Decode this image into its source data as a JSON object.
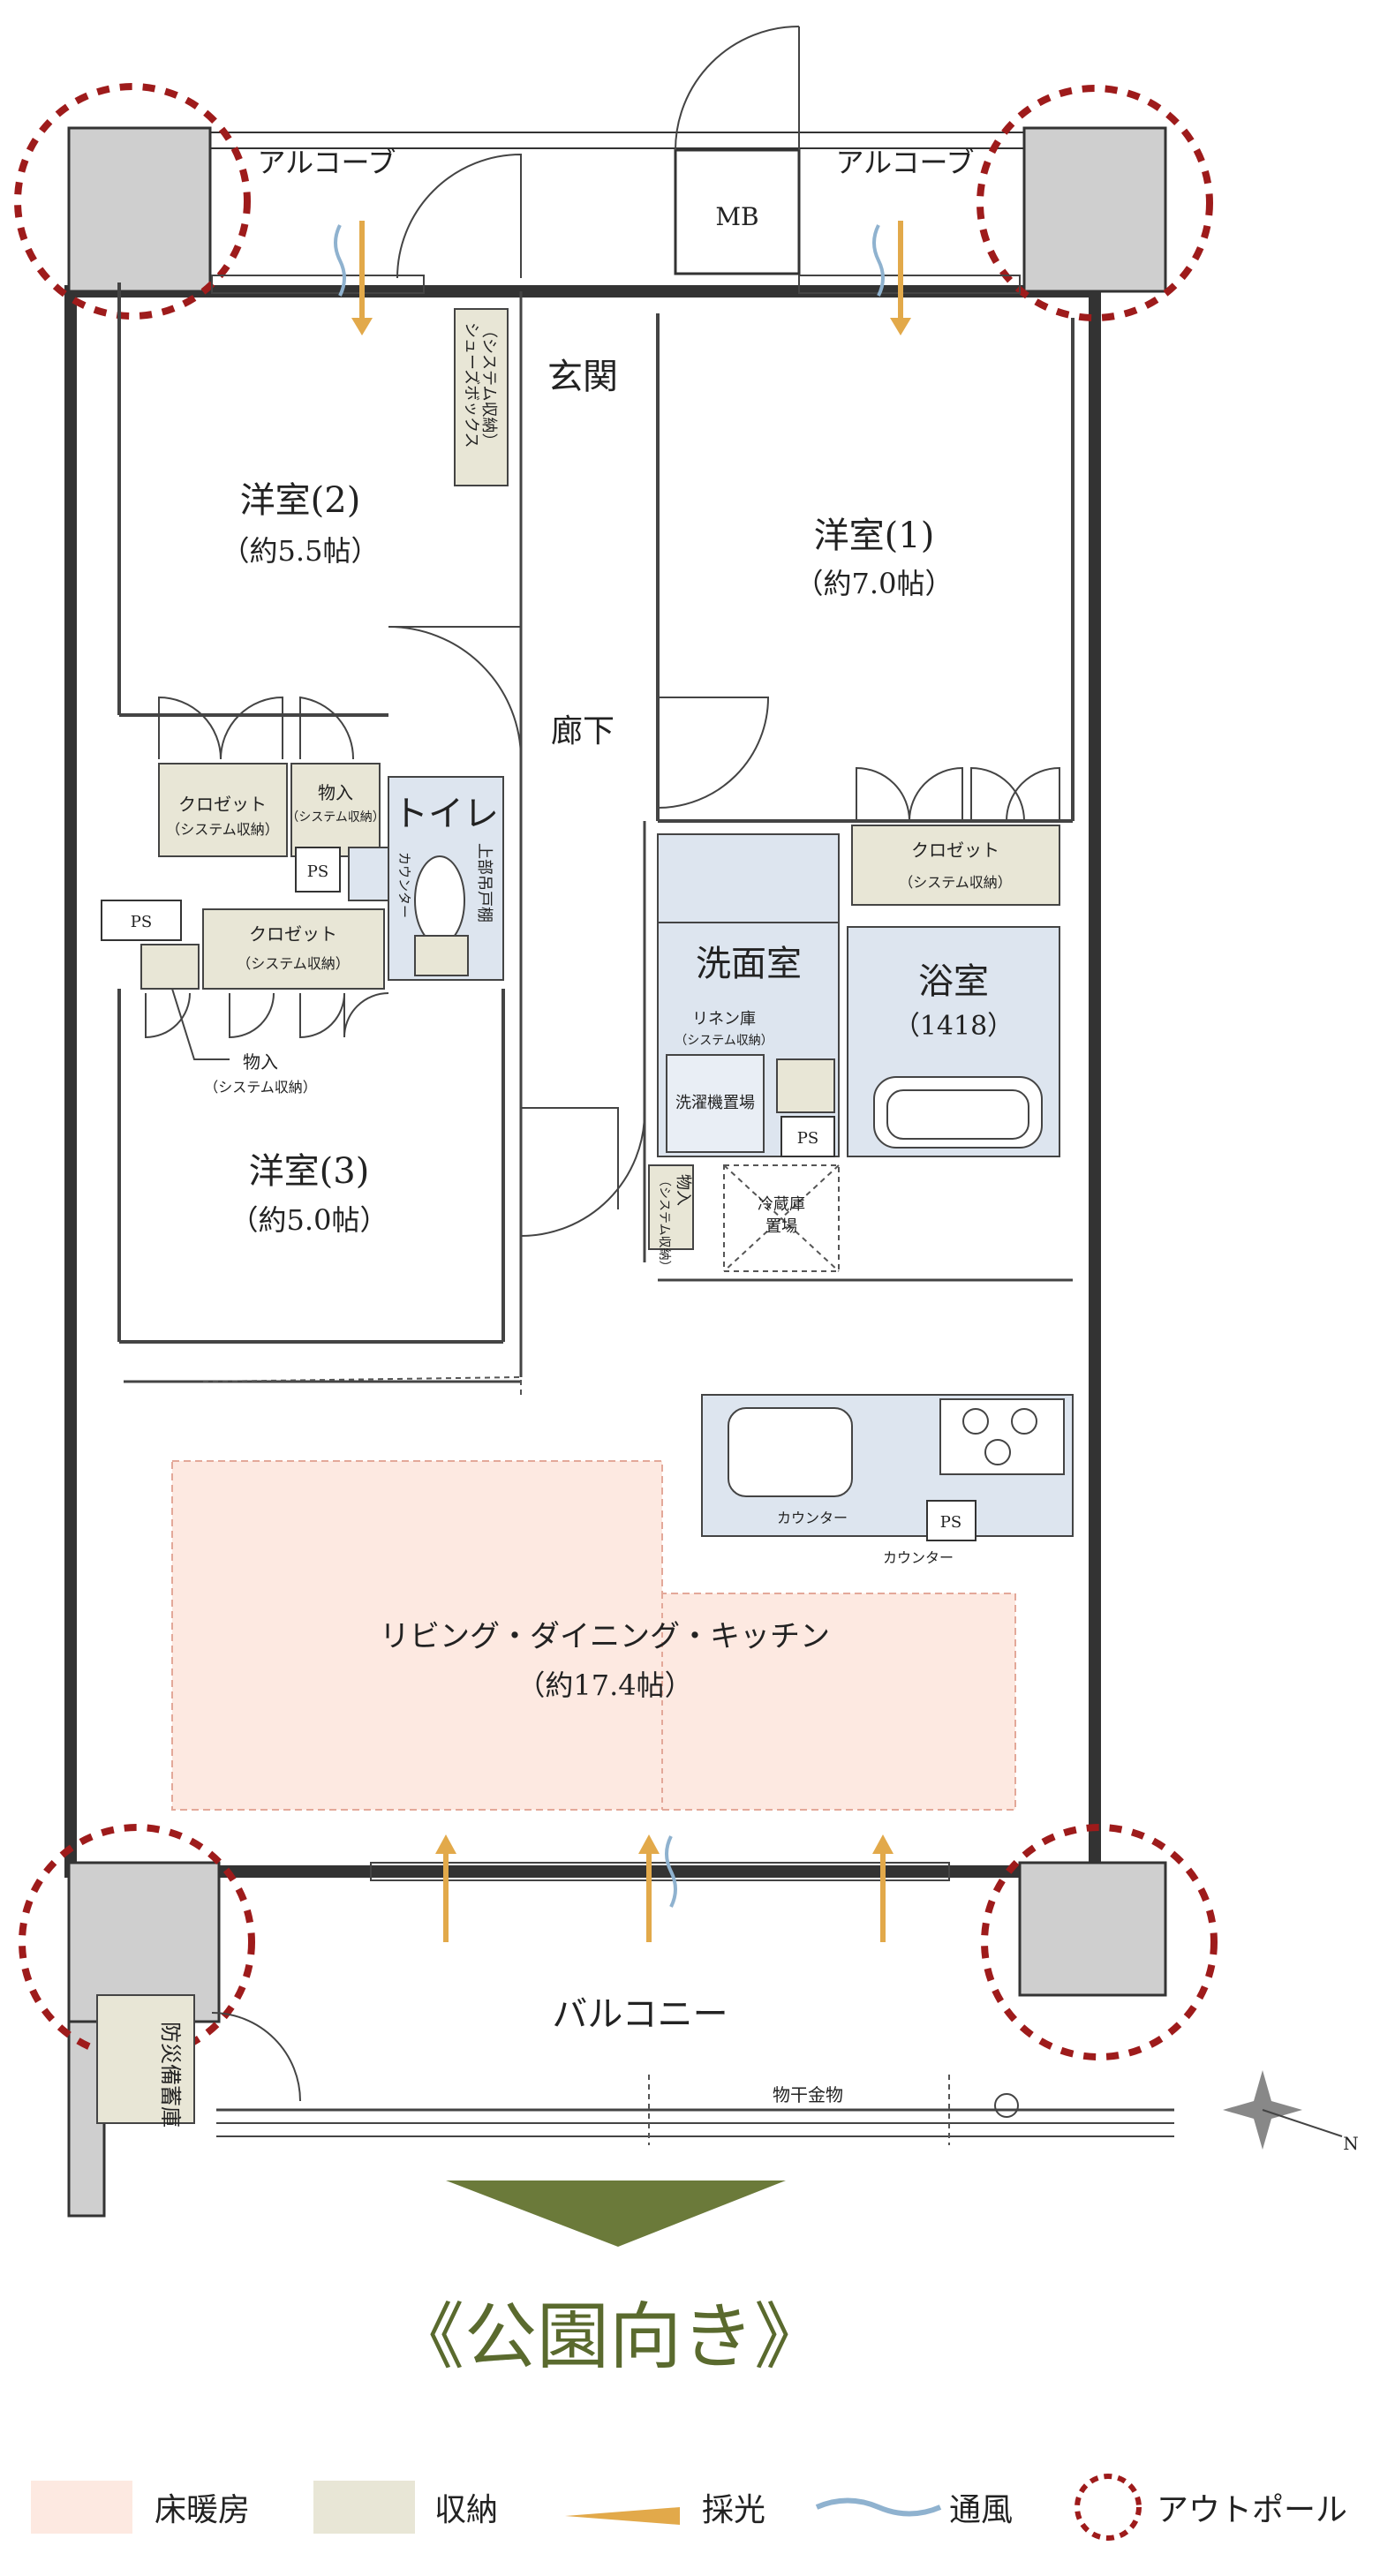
{
  "rooms": {
    "alcove_left": "アルコーブ",
    "alcove_right": "アルコーブ",
    "mb": "MB",
    "entrance": "玄関",
    "shoes_box": "シューズボックス",
    "shoes_box_sub": "（システム収納）",
    "room2_name": "洋室(2)",
    "room2_size": "（約5.5帖）",
    "room1_name": "洋室(1)",
    "room1_size": "（約7.0帖）",
    "hallway": "廊下",
    "closet_a": "クロゼット",
    "closet_a_sub": "（システム収納）",
    "storage_a": "物入",
    "storage_a_sub": "（システム収納）",
    "toilet": "トイレ",
    "toilet_counter": "カウンター",
    "upper_cabinet": "上部吊戸棚",
    "ps_1": "PS",
    "ps_2": "PS",
    "ps_3": "PS",
    "ps_4": "PS",
    "closet_b": "クロゼット",
    "closet_b_sub": "（システム収納）",
    "closet_c": "クロゼット",
    "closet_c_sub": "（システム収納）",
    "storage_b": "物入",
    "storage_b_sub": "（システム収納）",
    "washroom": "洗面室",
    "linen": "リネン庫",
    "linen_sub": "（システム収納）",
    "washer": "洗濯機置場",
    "bathroom": "浴室",
    "bathroom_size": "（1418）",
    "storage_c": "物入",
    "storage_c_sub": "（システム収納）",
    "fridge": "冷蔵庫",
    "fridge_sub": "置場",
    "room3_name": "洋室(3)",
    "room3_size": "（約5.0帖）",
    "counter_1": "カウンター",
    "counter_2": "カウンター",
    "ldk_name": "リビング・ダイニング・キッチン",
    "ldk_size": "（約17.4帖）",
    "balcony": "バルコニー",
    "disaster_storage": "防災備蓄庫",
    "laundry_pole": "物干金物",
    "north": "N"
  },
  "orientation": {
    "label": "《公園向き》"
  },
  "legend": {
    "floor_heating": "床暖房",
    "storage": "収納",
    "daylight": "採光",
    "ventilation": "通風",
    "outpole": "アウトポール"
  },
  "colors": {
    "floor_heating": "#fde9e1",
    "storage": "#e8e6d6",
    "wet_area": "#dde5ef",
    "daylight": "#e2a94a",
    "ventilation": "#8fb2cf",
    "outpole": "#9e1b1b",
    "orientation_text": "#5a6a2e"
  }
}
